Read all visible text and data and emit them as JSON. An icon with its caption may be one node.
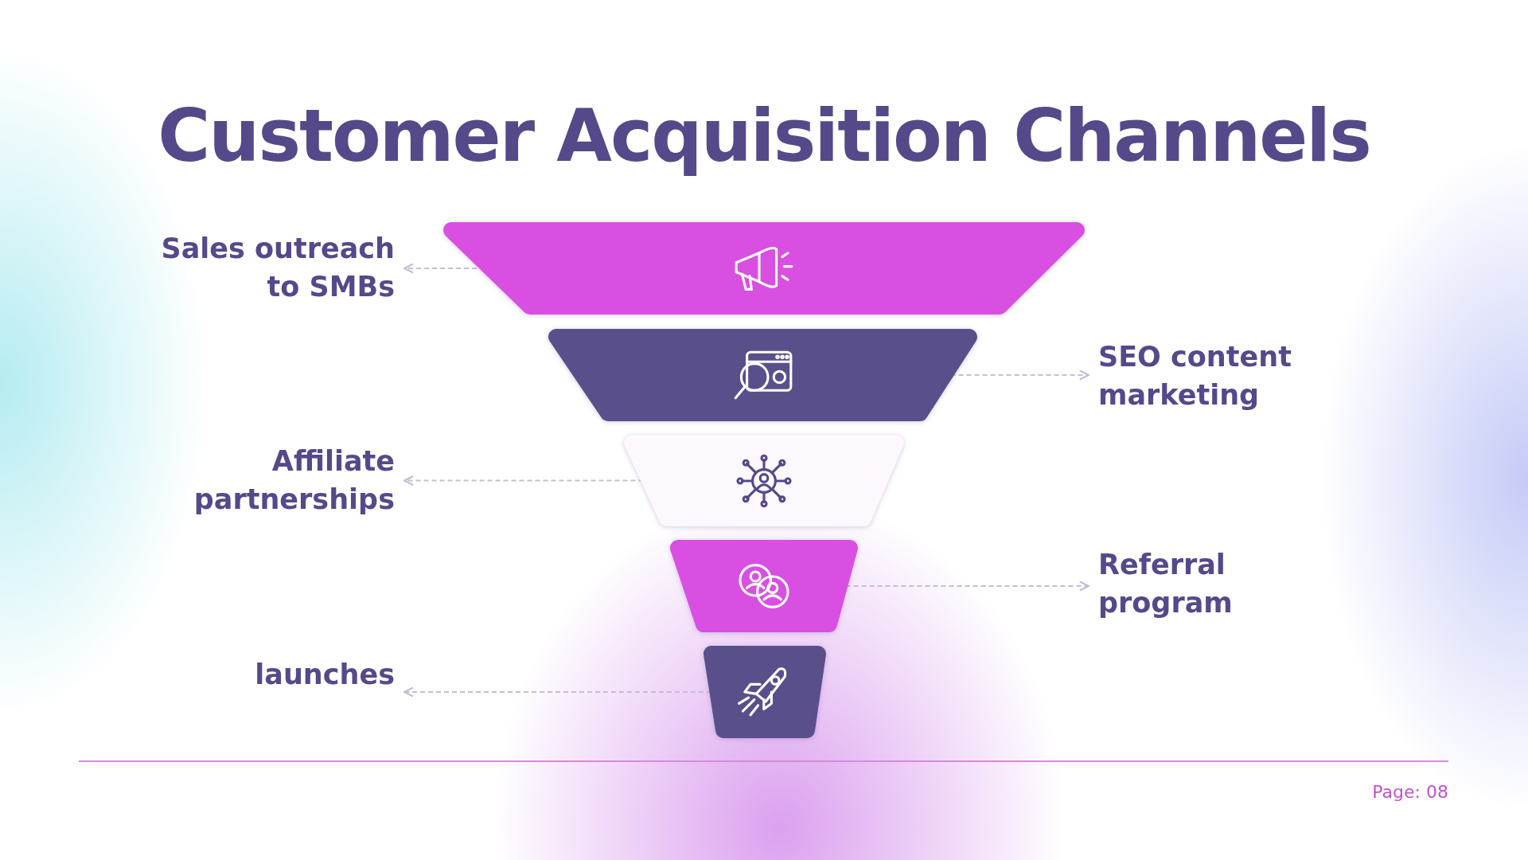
{
  "diagram": {
    "title": "Customer Acquisition Channels",
    "nodes": [
      {
        "text": [],
        "shape": "trapezoid"
      },
      {
        "text": [
          "Sales outreach to SMBs"
        ]
      },
      {
        "text": [],
        "shape": "trapezoid"
      },
      {
        "text": [
          "SEO content marketing"
        ]
      },
      {
        "text": [],
        "shape": "trapezoid"
      },
      {
        "text": [
          "Affiliate partnerships"
        ]
      },
      {
        "text": [],
        "shape": "trapezoid"
      },
      {
        "text": [
          "Referral program"
        ]
      },
      {
        "text": [],
        "shape": "trapezoid"
      },
      {
        "text": [
          "launches"
        ]
      }
    ],
    "edges": [
      {
        "from": 0,
        "to": 1,
        "arrow": "to",
        "style": "dashed"
      },
      {
        "from": 2,
        "to": 3,
        "arrow": "to",
        "style": "dashed"
      },
      {
        "from": 4,
        "to": 5,
        "arrow": "to",
        "style": "dashed"
      },
      {
        "from": 6,
        "to": 7,
        "arrow": "to",
        "style": "dashed"
      },
      {
        "from": 8,
        "to": 9,
        "arrow": "to",
        "style": "dashed"
      }
    ],
    "labels": [
      "Page: 08"
    ]
  }
}
